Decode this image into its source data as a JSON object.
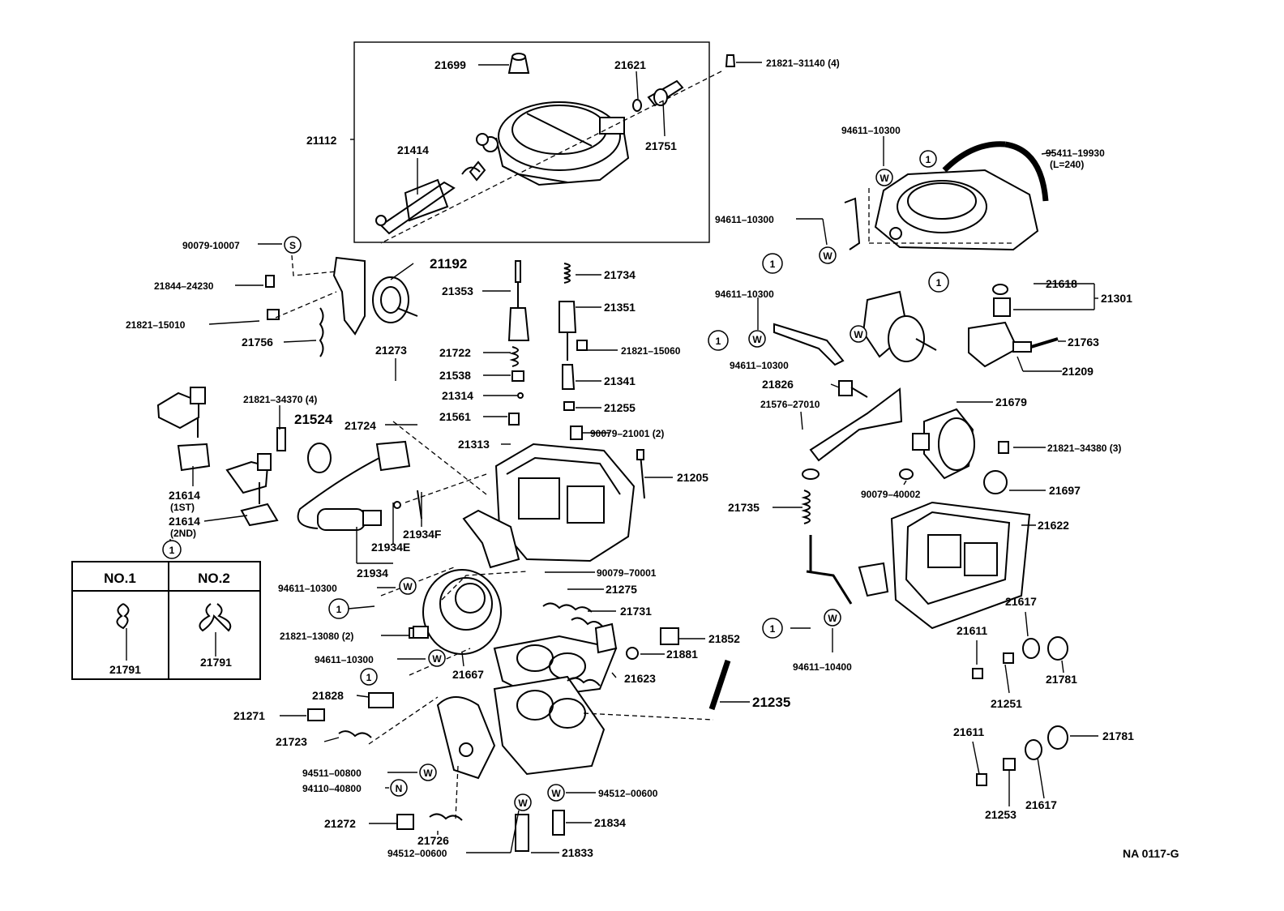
{
  "labels": {
    "p21699": "21699",
    "p21621": "21621",
    "p21821_31140": "21821–31140 (4)",
    "p21112": "21112",
    "p21414": "21414",
    "p21751": "21751",
    "p90079_10007": "90079-10007",
    "p21192": "21192",
    "p21844_24230": "21844–24230",
    "p21821_15010": "21821–15010",
    "p21756": "21756",
    "p21353": "21353",
    "p21734": "21734",
    "p21351": "21351",
    "p21722": "21722",
    "p21821_15060": "21821–15060",
    "p21538": "21538",
    "p21341": "21341",
    "p21314": "21314",
    "p21255": "21255",
    "p21561": "21561",
    "p90079_21001": "90079–21001 (2)",
    "p21313": "21313",
    "p21205": "21205",
    "p21273": "21273",
    "p21724": "21724",
    "p21821_34370": "21821–34370 (4)",
    "p21524": "21524",
    "p21614_1st": "21614",
    "p1st": "(1ST)",
    "p21614_2nd": "21614",
    "p2nd": "(2ND)",
    "p21934F": "21934F",
    "p21934E": "21934E",
    "p21934": "21934",
    "p94611_10300_a": "94611–10300",
    "p90079_70001": "90079–70001",
    "p21275": "21275",
    "p21731": "21731",
    "p21821_13080": "21821–13080 (2)",
    "p94611_10300_b": "94611–10300",
    "p21667": "21667",
    "p21623": "21623",
    "p21852": "21852",
    "p21881": "21881",
    "p21828": "21828",
    "p21271": "21271",
    "p21723": "21723",
    "p21235": "21235",
    "p94511_00800": "94511–00800",
    "p94110_40800": "94110–40800",
    "p94512_00600_r": "94512–00600",
    "p21834": "21834",
    "p21272": "21272",
    "p21726": "21726",
    "p94512_00600_l": "94512–00600",
    "p21833": "21833",
    "p94611_10300_c": "94611–10300",
    "p95411_19930": "95411–19930",
    "pL240": "(L=240)",
    "p94611_10300_d": "94611–10300",
    "p94611_10300_e": "94611–10300",
    "p94611_10300_f": "94611–10300",
    "p21618": "21618",
    "p21301": "21301",
    "p21763": "21763",
    "p21209": "21209",
    "p21826": "21826",
    "p21576_27010": "21576–27010",
    "p21679": "21679",
    "p21821_34380": "21821–34380 (3)",
    "p90079_40002": "90079–40002",
    "p21697": "21697",
    "p21735": "21735",
    "p21622": "21622",
    "p94611_10400": "94611–10400",
    "p21617_a": "21617",
    "p21611_a": "21611",
    "p21781_a": "21781",
    "p21251": "21251",
    "p21611_b": "21611",
    "p21781_b": "21781",
    "p21253": "21253",
    "p21617_b": "21617",
    "p21791_a": "21791",
    "p21791_b": "21791"
  },
  "symbols": {
    "one": "1",
    "w": "W",
    "s": "S",
    "n": "N"
  },
  "legend": {
    "col1": "NO.1",
    "col2": "NO.2"
  },
  "footer": {
    "code": "NA 0117-G"
  }
}
